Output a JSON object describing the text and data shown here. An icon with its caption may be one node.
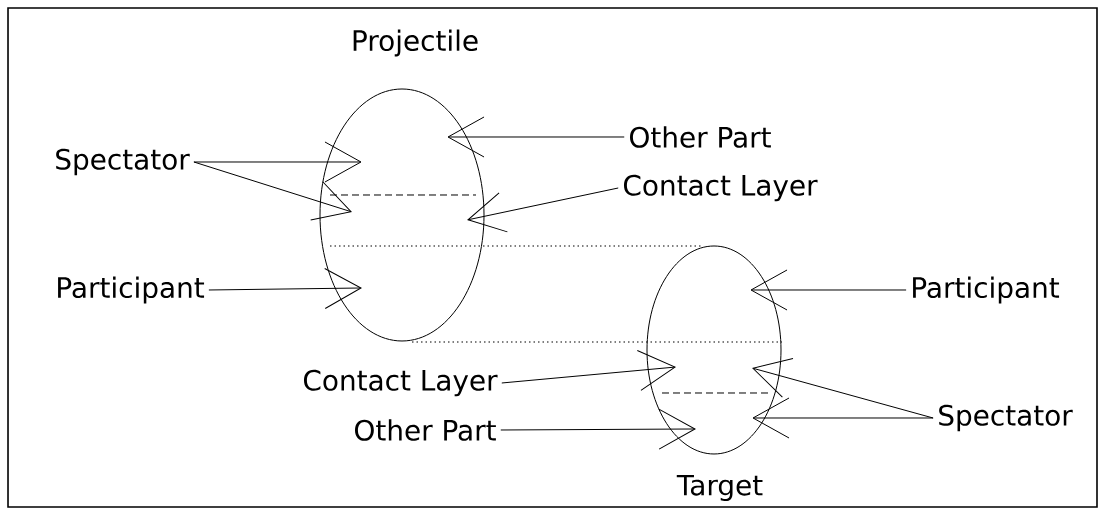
{
  "diagram": {
    "nodes": [
      {
        "text": [
          "Projectile"
        ]
      },
      {
        "text": [
          "Target"
        ]
      },
      {
        "text": [
          "Spectator"
        ]
      },
      {
        "text": [
          "Other Part"
        ]
      },
      {
        "text": [
          "Contact Layer"
        ]
      },
      {
        "text": [
          "Participant"
        ]
      },
      {
        "text": [
          "Participant"
        ]
      },
      {
        "text": [
          "Contact Layer"
        ]
      },
      {
        "text": [
          "Spectator"
        ]
      },
      {
        "text": [
          "Other Part"
        ]
      }
    ],
    "edges": [
      {
        "from": 2,
        "to": 0,
        "arrow": "to"
      },
      {
        "from": 2,
        "to": 0,
        "arrow": "to"
      },
      {
        "from": 3,
        "to": 0,
        "arrow": "to"
      },
      {
        "from": 4,
        "to": 0,
        "arrow": "to"
      },
      {
        "from": 5,
        "to": 0,
        "arrow": "to"
      },
      {
        "from": 6,
        "to": 1,
        "arrow": "to"
      },
      {
        "from": 7,
        "to": 1,
        "arrow": "to"
      },
      {
        "from": 8,
        "to": 1,
        "arrow": "to"
      },
      {
        "from": 8,
        "to": 1,
        "arrow": "to"
      },
      {
        "from": 9,
        "to": 1,
        "arrow": "to"
      }
    ]
  }
}
